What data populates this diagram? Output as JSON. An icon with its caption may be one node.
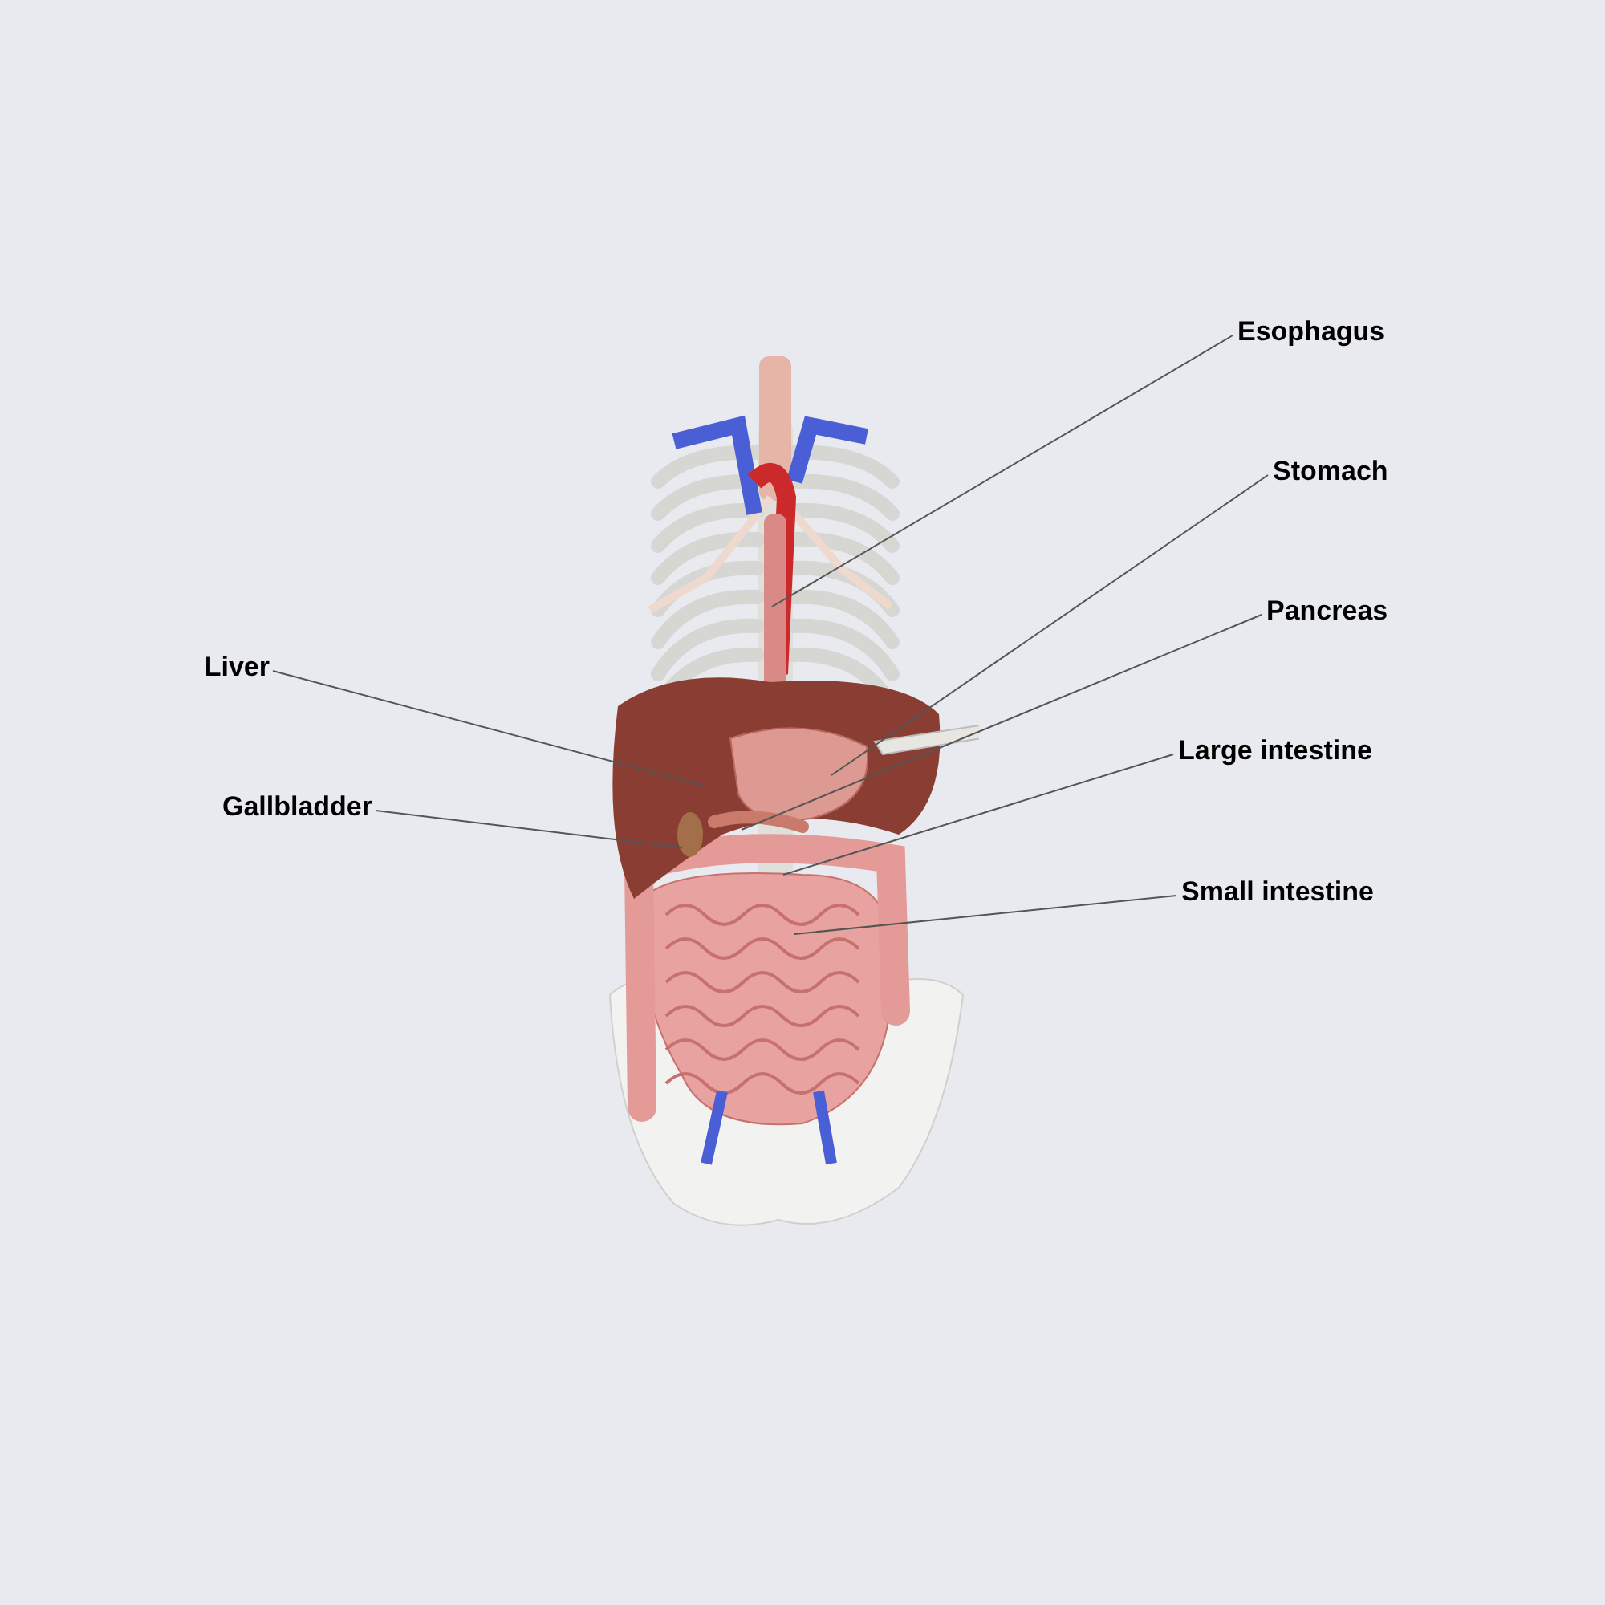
{
  "diagram": {
    "nodes": [
      {
        "text": [
          "Esophagus"
        ]
      },
      {
        "text": [
          "Stomach"
        ]
      },
      {
        "text": [
          "Pancreas"
        ]
      },
      {
        "text": [
          "Liver"
        ]
      },
      {
        "text": [
          "Large intestine"
        ]
      },
      {
        "text": [
          "Gallbladder"
        ]
      },
      {
        "text": [
          "Small intestine"
        ]
      }
    ],
    "edges": [
      {
        "from": 0,
        "to": null,
        "arrow": "none"
      },
      {
        "from": 1,
        "to": null,
        "arrow": "none"
      },
      {
        "from": 2,
        "to": null,
        "arrow": "none"
      },
      {
        "from": 3,
        "to": null,
        "arrow": "none"
      },
      {
        "from": 4,
        "to": null,
        "arrow": "none"
      },
      {
        "from": 5,
        "to": null,
        "arrow": "none"
      },
      {
        "from": 6,
        "to": null,
        "arrow": "none"
      }
    ]
  }
}
